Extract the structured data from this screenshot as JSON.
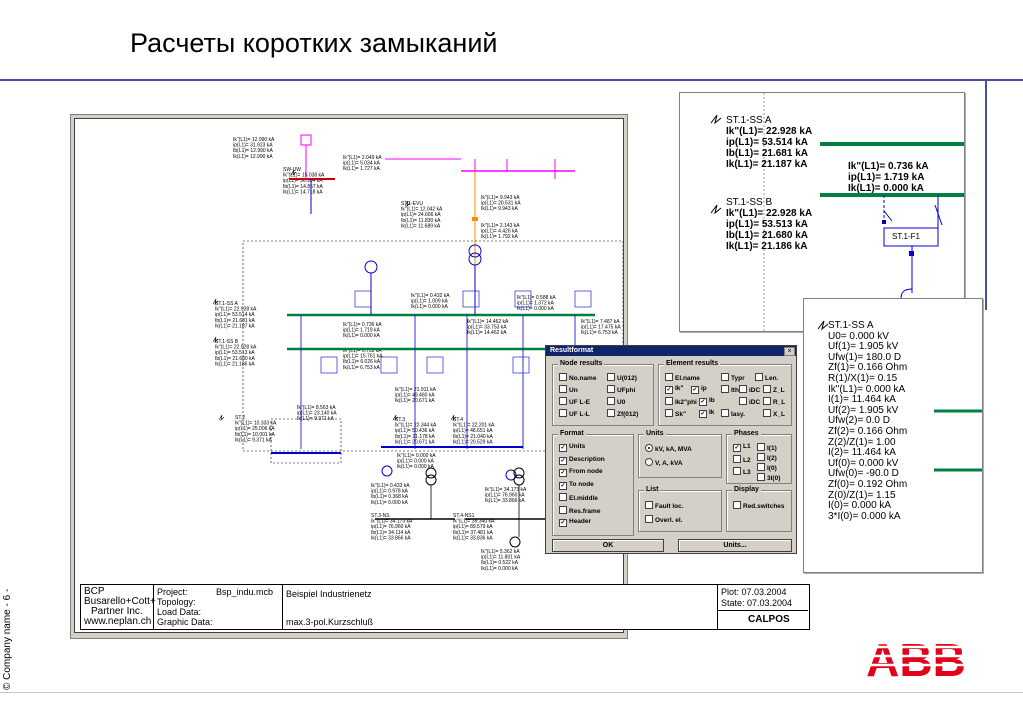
{
  "slide": {
    "title": "Расчеты коротких замыканий",
    "copyright": "© Company name - 6 -"
  },
  "logo": {
    "text": "ABB",
    "color": "#e2001a"
  },
  "colors": {
    "accent_rule": "#4a4f9c",
    "busbar": "#008040",
    "magenta": "#ff00ff",
    "dialog_title": "#10246a"
  },
  "title_block": {
    "company": [
      "BCP",
      "Busarello+Cott+",
      "Partner Inc.",
      "www.neplan.ch"
    ],
    "fields": [
      "Project:",
      "Topology:",
      "Load Data:",
      "Graphic Data:"
    ],
    "project_file": "Bsp_indu.mcb",
    "description": "Beispiel Industrienetz",
    "calc": "max.3-pol.Kurzschluß",
    "plot": "Plot:   07.03.2004",
    "state": "State: 07.03.2004",
    "product": "CALPOS"
  },
  "zoom1": {
    "node_a": "ST.1-SS A",
    "node_a_vals": [
      "Ik\"(L1)= 22.928 kA",
      "ip(L1)= 53.514 kA",
      "Ib(L1)= 21.681 kA",
      "Ik(L1)= 21.187 kA"
    ],
    "branch_vals": [
      "Ik\"(L1)= 0.736 kA",
      "ip(L1)= 1.719 kA",
      "Ik(L1)= 0.000 kA"
    ],
    "node_b": "ST.1-SS B",
    "node_b_vals": [
      "Ik\"(L1)= 22.928 kA",
      "ip(L1)= 53.513 kA",
      "Ib(L1)= 21.680 kA",
      "Ik(L1)= 21.186 kA"
    ],
    "feeder": "ST.1-F1"
  },
  "zoom2": {
    "lines": [
      "ST.1-SS A",
      "U0= 0.000 kV",
      "Uf(1)= 1.905 kV",
      "Ufw(1)= 180.0 D",
      "Zf(1)= 0.166 Ohm",
      "R(1)/X(1)= 0.15",
      "Ik\"(L1)= 0.000 kA",
      "I(1)= 11.464 kA",
      "Uf(2)= 1.905 kV",
      "Ufw(2)= 0.0 D",
      "Zf(2)= 0.166 Ohm",
      "Z(2)/Z(1)= 1.00",
      "I(2)= 11.464 kA",
      "Uf(0)= 0.000 kV",
      "Ufw(0)= -90.0 D",
      "Zf(0)= 0.192 Ohm",
      "Z(0)/Z(1)= 1.15",
      "I(0)= 0.000 kA",
      "3*I(0)= 0.000 kA"
    ]
  },
  "dialog": {
    "title": "Resultformat",
    "close": "×",
    "node_results": {
      "label": "Node results",
      "items": [
        {
          "label": "No.name",
          "checked": false
        },
        {
          "label": "U(012)",
          "checked": false
        },
        {
          "label": "Un",
          "checked": false
        },
        {
          "label": "UFphi",
          "checked": false
        },
        {
          "label": "UF L-E",
          "checked": false
        },
        {
          "label": "U0",
          "checked": false
        },
        {
          "label": "UF L-L",
          "checked": false
        },
        {
          "label": "Zf(012)",
          "checked": false
        }
      ]
    },
    "element_results": {
      "label": "Element results",
      "items": [
        {
          "label": "El.name",
          "checked": false
        },
        {
          "label": "Typr",
          "checked": false
        },
        {
          "label": "Len.",
          "checked": false
        },
        {
          "label": "Ik\"",
          "checked": true
        },
        {
          "label": "ip",
          "checked": true
        },
        {
          "label": "Ith",
          "checked": false
        },
        {
          "label": "iDC",
          "checked": false
        },
        {
          "label": "Z_L",
          "checked": false
        },
        {
          "label": "Ik2\"phi",
          "checked": false
        },
        {
          "label": "Ib",
          "checked": true
        },
        {
          "label": "iDC",
          "checked": false
        },
        {
          "label": "R_L",
          "checked": false
        },
        {
          "label": "Sk\"",
          "checked": false
        },
        {
          "label": "Ik",
          "checked": true
        },
        {
          "label": "Iasy.",
          "checked": false
        },
        {
          "label": "X_L",
          "checked": false
        }
      ]
    },
    "format": {
      "label": "Format",
      "items": [
        {
          "label": "Units",
          "checked": true
        },
        {
          "label": "Description",
          "checked": true
        },
        {
          "label": "From node",
          "checked": true
        },
        {
          "label": "To node",
          "checked": true
        },
        {
          "label": "El.middle",
          "checked": false
        },
        {
          "label": "Res.frame",
          "checked": false
        },
        {
          "label": "Header",
          "checked": true
        }
      ]
    },
    "units": {
      "label": "Units",
      "options": [
        {
          "label": "kV, kA, MVA",
          "selected": true
        },
        {
          "label": "V, A, kVA",
          "selected": false
        }
      ]
    },
    "phases": {
      "label": "Phases",
      "items": [
        {
          "label": "L1",
          "checked": true
        },
        {
          "label": "I(1)",
          "checked": false
        },
        {
          "label": "L2",
          "checked": false
        },
        {
          "label": "I(2)",
          "checked": false
        },
        {
          "label": "L3",
          "checked": false
        },
        {
          "label": "I(0)",
          "checked": false
        },
        {
          "label": "3I(0)",
          "checked": false
        }
      ]
    },
    "list": {
      "label": "List",
      "items": [
        {
          "label": "Fault loc.",
          "checked": false
        },
        {
          "label": "Overl. el.",
          "checked": false
        }
      ]
    },
    "display": {
      "label": "Display",
      "items": [
        {
          "label": "Red.switches",
          "checked": false
        }
      ]
    },
    "ok": "OK",
    "units_btn": "Units..."
  },
  "schematic": {
    "blocks": [
      [
        "Ik\"(L1)= 12.990 kA",
        "ip(L1)= 31.923 kA",
        "Ib(L1)= 12.990 kA",
        "Ik(L1)= 12.990 kA"
      ],
      [
        "Ik\"(L1)= 2.049 kA",
        "ip(L1)= 5.034 kA",
        "Ik(L1)= 1.727 kA"
      ],
      [
        "SW-UW",
        "Ik\"(L1)= 15.038 kA",
        "ip(L1)= 36.954 kA",
        "Ib(L1)= 14.857 kA",
        "Ik(L1)= 14.718 kA"
      ],
      [
        "ST.1-EVU",
        "Ik\"(L1)= 12.042 kA",
        "ip(L1)= 24.666 kA",
        "Ib(L1)= 11.830 kA",
        "Ik(L1)= 11.689 kA"
      ],
      [
        "Ik\"(L1)= 9.943 kA",
        "ip(L1)= 20.531 kA",
        "Ik(L1)= 9.943 kA"
      ],
      [
        "Ik\"(L1)= 2.143 kA",
        "ip(L1)= 4.426 kA",
        "Ik(L1)= 1.792 kA"
      ],
      [
        "ST.1-SS A",
        "Ik\"(L1)= 22.928 kA",
        "ip(L1)= 53.514 kA",
        "Ib(L1)= 21.681 kA",
        "Ik(L1)= 21.187 kA"
      ],
      [
        "Ik\"(L1)= 0.432 kA",
        "ip(L1)= 1.009 kA",
        "Ik(L1)= 0.000 kA"
      ],
      [
        "Ik\"(L1)= 0.588 kA",
        "ip(L1)= 1.372 kA",
        "Ik(L1)= 0.000 kA"
      ],
      [
        "Ik\"(L1)= 0.736 kA",
        "ip(L1)= 1.719 kA",
        "Ik(L1)= 0.000 kA"
      ],
      [
        "Ik\"(L1)= 14.462 kA",
        "ip(L1)= 33.753 kA",
        "Ik(L1)= 14.462 kA"
      ],
      [
        "Ik\"(L1)= 7.487 kA",
        "ip(L1)= 17.475 kA",
        "Ik(L1)= 6.753 kA"
      ],
      [
        "ST.1-SS B",
        "Ik\"(L1)= 22.928 kA",
        "ip(L1)= 53.513 kA",
        "Ib(L1)= 21.680 kA",
        "Ik(L1)= 21.186 kA"
      ],
      [
        "Ik\"(L1)= 6.753 kA",
        "ip(L1)= 15.761 kA",
        "Ib(L1)= 6.026 kA",
        "Ik(L1)= 6.753 kA"
      ],
      [
        "Ik\"(L1)= 21.911 kA",
        "ip(L1)= 49.460 kA",
        "Ik(L1)= 20.671 kA"
      ],
      [
        "Ik\"(L1)= 8.563 kA",
        "ip(L1)= 23.140 kA",
        "Ik(L1)= 9.371 kA"
      ],
      [
        "ST.2",
        "Ik\"(L1)= 10.333 kA",
        "ip(L1)= 25.006 kA",
        "Ib(L1)= 10.001 kA",
        "Ik(L1)= 9.371 kA"
      ],
      [
        "ST.3",
        "Ik\"(L1)= 22.344 kA",
        "ip(L1)= 50.436 kA",
        "Ib(L1)= 21.178 kA",
        "Ik(L1)= 20.671 kA"
      ],
      [
        "ST.4",
        "Ik\"(L1)= 22.201 kA",
        "ip(L1)= 48.651 kA",
        "Ib(L1)= 21.040 kA",
        "Ik(L1)= 20.529 kA"
      ],
      [
        "Ik\"(L1)= 0.000 kA",
        "ip(L1)= 0.000 kA",
        "Ik(L1)= 0.000 kA"
      ],
      [
        "Ik\"(L1)= 0.433 kA",
        "ip(L1)= 0.978 kA",
        "Ib(L1)= 0.368 kA",
        "Ik(L1)= 0.000 kA"
      ],
      [
        "Ik\"(L1)= 34.173 kA",
        "ip(L1)= 76.960 kA",
        "Ik(L1)= 33.866 kA"
      ],
      [
        "ST.3-NS",
        "Ik\"(L1)= 34.173 kA",
        "ip(L1)= 76.960 kA",
        "Ib(L1)= 34.114 kA",
        "Ik(L1)= 33.866 kA"
      ],
      [
        "ST.4-NS1",
        "Ik\"(L1)= 39.340 kA",
        "ip(L1)= 89.579 kA",
        "Ib(L1)= 37.481 kA",
        "Ik(L1)= 33.836 kA"
      ],
      [
        "Ik\"(L1)= 5.362 kA",
        "ip(L1)= 11.801 kA",
        "Ib(L1)= 0.522 kA",
        "Ik(L1)= 0.000 kA"
      ]
    ]
  }
}
